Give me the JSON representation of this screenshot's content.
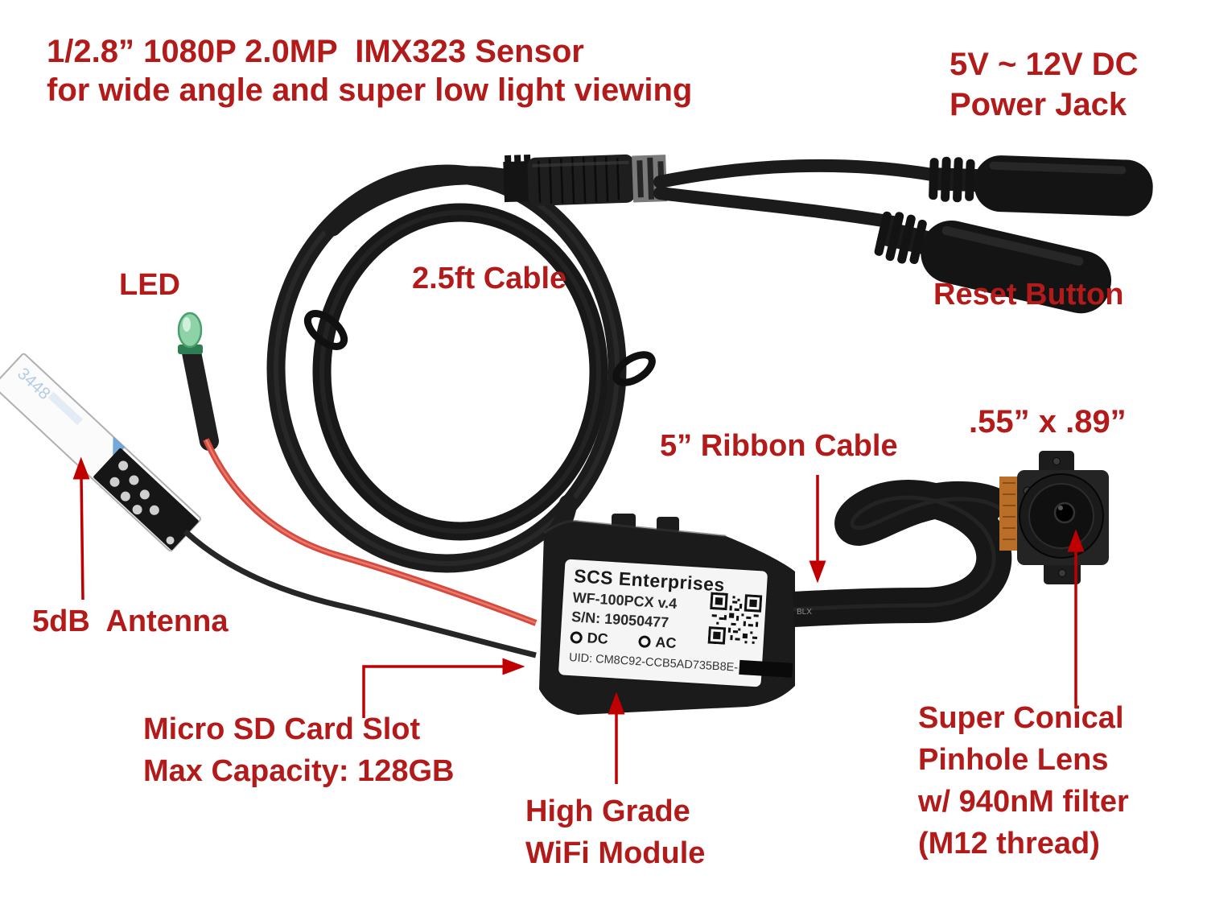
{
  "annotations": {
    "sensor_line1": "1/2.8” 1080P 2.0MP  IMX323 Sensor",
    "sensor_line2": "for wide angle and super low light viewing",
    "power_line1": "5V ~ 12V DC",
    "power_line2": "Power Jack",
    "led": "LED",
    "cable": "2.5ft Cable",
    "reset": "Reset Button",
    "antenna": "5dB  Antenna",
    "ribbon": "5” Ribbon Cable",
    "lens_size": ".55” x .89”",
    "sd_line1": "Micro SD Card Slot",
    "sd_line2": "Max Capacity: 128GB",
    "wifi_line1": "High Grade",
    "wifi_line2": "WiFi Module",
    "lens_line1": "Super Conical",
    "lens_line2": "Pinhole Lens",
    "lens_line3": "w/ 940nM filter",
    "lens_line4": "(M12 thread)"
  },
  "device_label": {
    "brand": "SCS Enterprises",
    "model": "WF-100PCX v.4",
    "serial": "S/N: 19050477",
    "dc_label": "DC",
    "ac_label": "AC",
    "uid": "UID: CM8C92-CCB5AD735B8E-"
  },
  "markings": {
    "ribbon_text": "BLX",
    "antenna_text": "3448"
  },
  "colors": {
    "annotation_text": "#B31B1B",
    "arrow": "#C00000",
    "background": "#FFFFFF",
    "led_green": "#8ED3A8",
    "wire_red": "#D64A3E",
    "ribbon_copper": "#B96F28"
  }
}
